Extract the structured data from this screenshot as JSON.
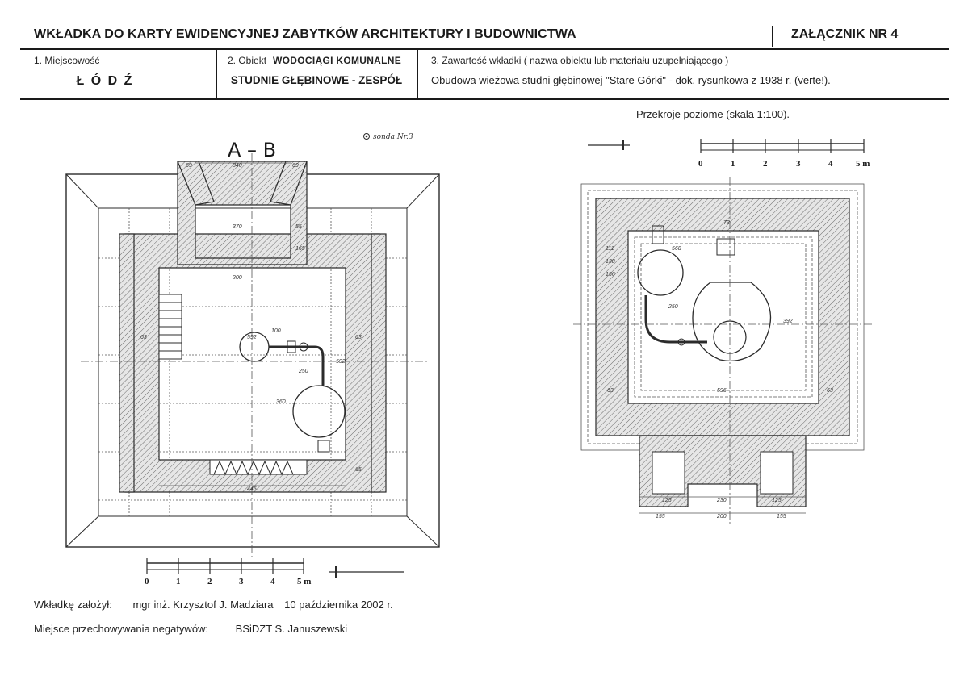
{
  "header": {
    "title": "WKŁADKA DO KARTY EWIDENCYJNEJ ZABYTKÓW ARCHITEKTURY I BUDOWNICTWA",
    "annex": "ZAŁĄCZNIK NR 4"
  },
  "fields": {
    "place_label": "1. Miejscowość",
    "place_value": "Ł Ó D Ź",
    "object_label": "2. Obiekt",
    "object_name": "WODOCIĄGI KOMUNALNE",
    "object_value": "STUDNIE GŁĘBINOWE - ZESPÓŁ",
    "content_label": "3. Zawartość wkładki ( nazwa obiektu lub materiału uzupełniającego )",
    "content_value": "Obudowa wieżowa studni głębinowej \"Stare Górki\" - dok. rysunkowa z 1938 r. (verte!)."
  },
  "drawing_left": {
    "section_title": "A – B",
    "note": "sonda Nr.3",
    "dimensions": [
      "340",
      "69",
      "69",
      "370",
      "55",
      "165",
      "200",
      "592",
      "100",
      "592",
      "250",
      "360",
      "63",
      "63",
      "445",
      "65"
    ],
    "scale": {
      "ticks": [
        "0",
        "1",
        "2",
        "3",
        "4",
        "5 m"
      ]
    }
  },
  "drawing_right": {
    "caption": "Przekroje poziome (skala 1:100).",
    "dimensions": [
      "73",
      "111",
      "138",
      "156",
      "568",
      "250",
      "596",
      "392",
      "63",
      "63",
      "125",
      "230",
      "125",
      "155",
      "200",
      "155"
    ],
    "scale": {
      "ticks": [
        "0",
        "1",
        "2",
        "3",
        "4",
        "5 m"
      ]
    }
  },
  "footer": {
    "author_label": "Wkładkę założył:",
    "author_value": "mgr inż. Krzysztof J. Madziara",
    "date": "10 października 2002 r.",
    "storage_label": "Miejsce przechowywania negatywów:",
    "storage_value": "BSiDZT S. Januszewski"
  }
}
